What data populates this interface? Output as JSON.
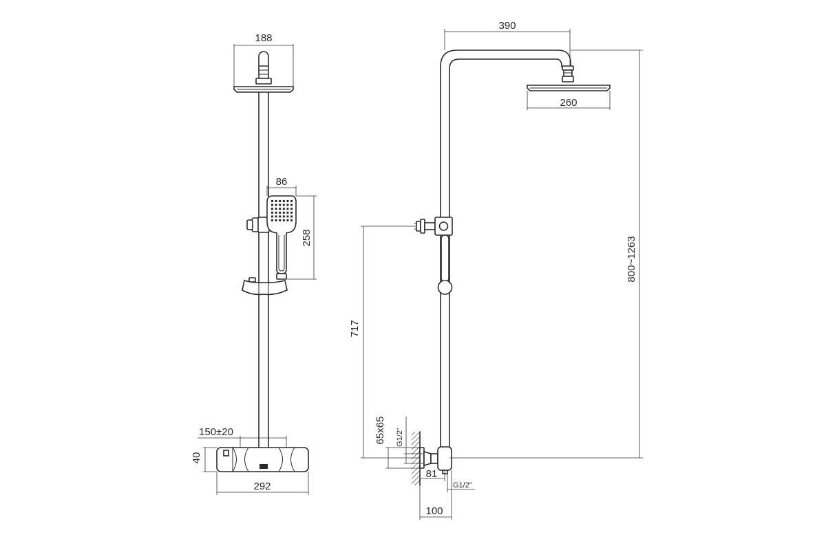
{
  "dimensions": {
    "top_head_width": "188",
    "handset_width": "86",
    "handset_height": "258",
    "mixer_spacing": "150±20",
    "mixer_height": "40",
    "mixer_width": "292",
    "arm_reach": "390",
    "head_diameter": "260",
    "height_range": "800~1263",
    "outlet_height": "717",
    "wall_plate": "65x65",
    "thread_upper": "G1/2\"",
    "thread_lower": "G1/2\"",
    "eccentric": "81",
    "projection": "100"
  },
  "colors": {
    "line": "#2a2a2a",
    "background": "#ffffff"
  }
}
